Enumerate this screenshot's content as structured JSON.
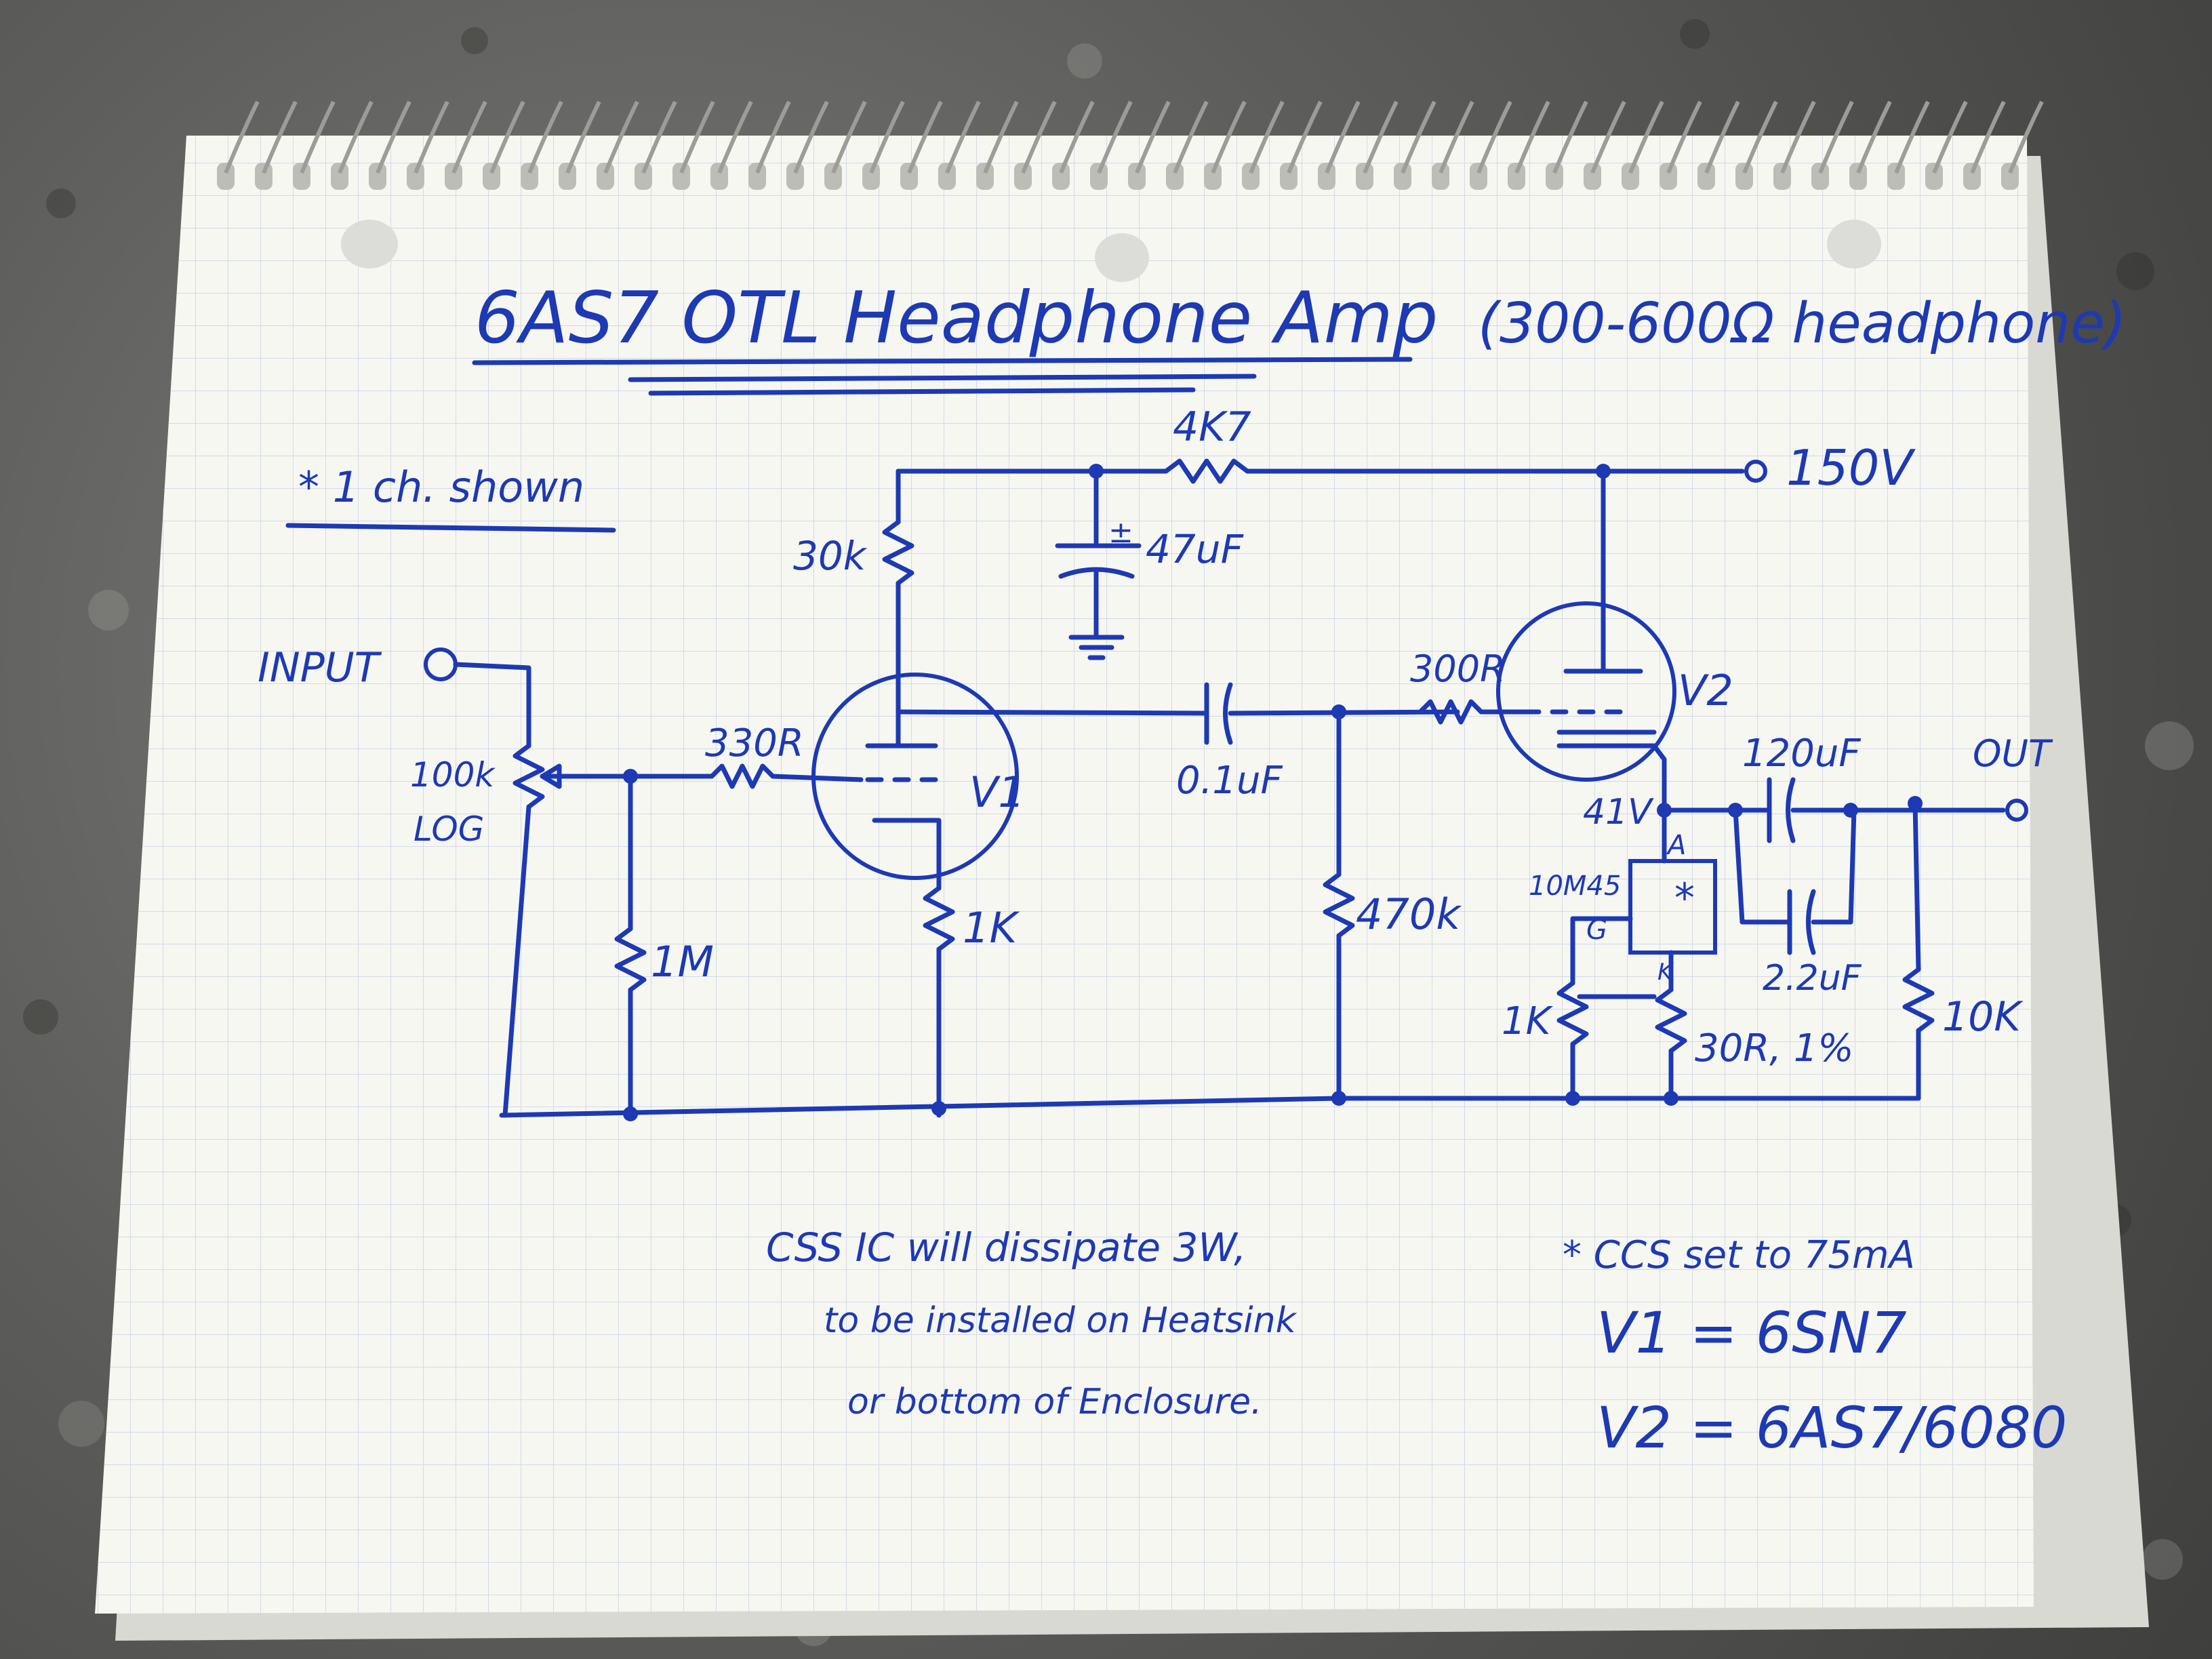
{
  "title": "6AS7 OTL Headphone Amp",
  "subtitle": "(300-600Ω headphone)",
  "note_channels": "* 1 ch. shown",
  "supply": "150V",
  "input_label": "INPUT",
  "output_label": "OUT",
  "components": {
    "r_4k7": "4K7",
    "c_47uf": "47uF",
    "r_30k": "30k",
    "pot_100k": "100k",
    "pot_log": "LOG",
    "r_330r": "330R",
    "r_1m": "1M",
    "tube_v1": "V1",
    "r_1k_cathode": "1K",
    "c_01uf": "0.1uF",
    "r_300r": "300R",
    "tube_v2": "V2",
    "r_470k": "470k",
    "node_41v": "41V",
    "c_120uf": "120uF",
    "c_22uf": "2.2uF",
    "ic_10m45": "10M45",
    "pin_a": "A",
    "pin_g": "G",
    "pin_k": "K",
    "r_1k_ccs": "1K",
    "r_30r": "30R, 1%",
    "r_10k": "10K",
    "ic_star": "*"
  },
  "notes": {
    "css_line1": "CSS IC will dissipate 3W,",
    "css_line2": "to be installed on Heatsink",
    "css_line3": "or bottom of Enclosure.",
    "ccs_set": "* CCS set to 75mA",
    "v1_eq": "V1 = 6SN7",
    "v2_eq": "V2 = 6AS7/6080"
  },
  "colors": {
    "ink": "#1d39b4",
    "paper": "#f7f7f2",
    "grid": "#c9d3e3",
    "countertop": "#5d5d5b"
  }
}
